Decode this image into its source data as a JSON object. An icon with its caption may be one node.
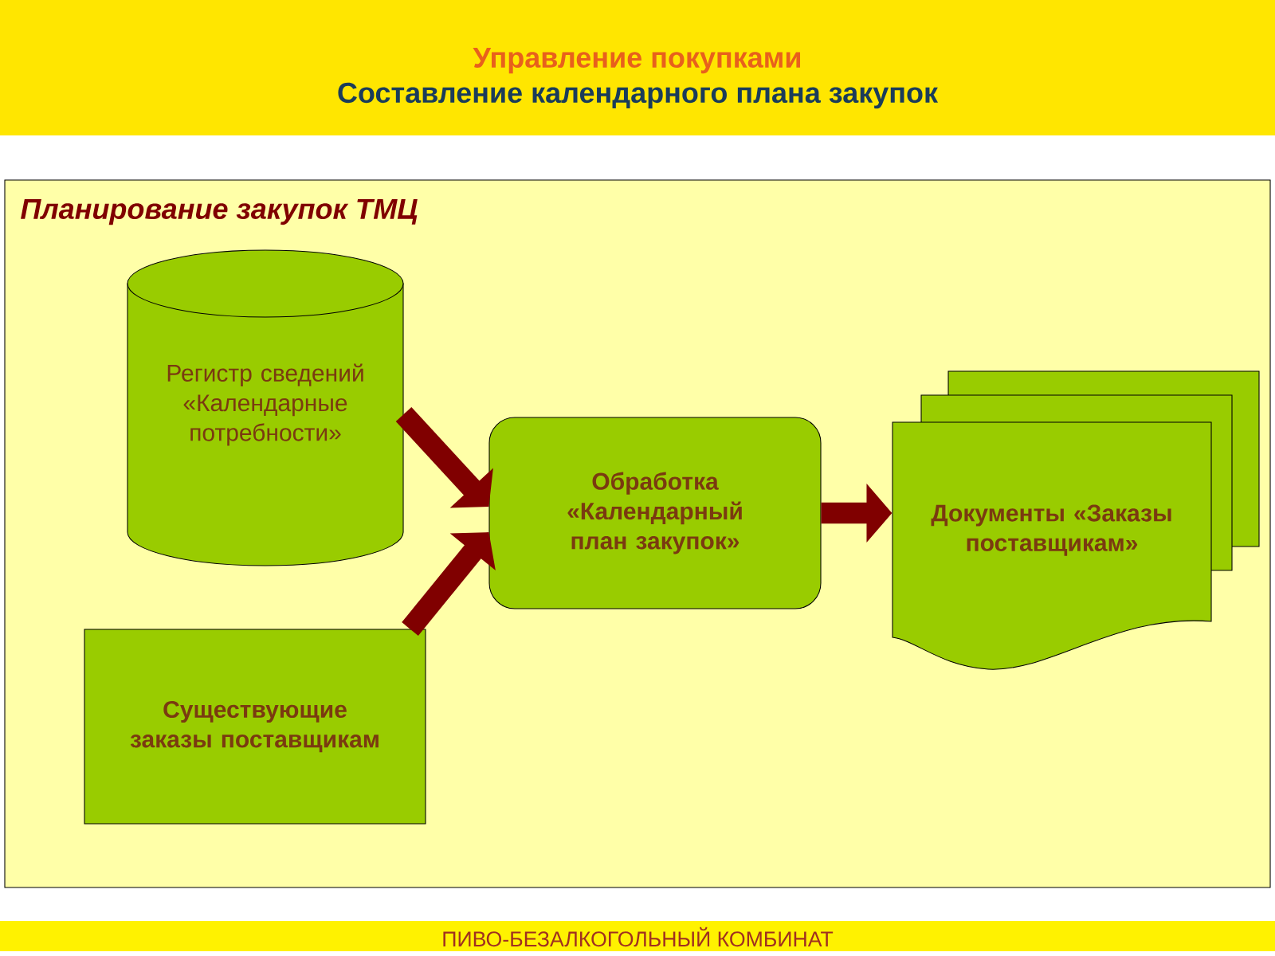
{
  "diagram": {
    "title": "Управление покупками",
    "nodes": [
      {
        "text": [
          "Планирование закупок ТМЦ"
        ]
      },
      {
        "text": [
          "Регистр сведений «Календарные потребности»"
        ],
        "in": 0
      },
      {
        "text": [
          "Обработка «Календарный план закупок»"
        ],
        "in": 0
      },
      {
        "text": [
          "Документы «Заказы поставщикам»"
        ],
        "in": 0
      },
      {
        "text": [
          "Существующие заказы поставщикам"
        ],
        "in": 0
      }
    ],
    "edges": [
      {
        "from": 1,
        "to": 2,
        "arrow": "to"
      },
      {
        "from": 4,
        "to": 2,
        "arrow": "to"
      },
      {
        "from": 2,
        "to": 3,
        "arrow": "to"
      }
    ],
    "labels": [
      "Составление календарного плана закупок",
      "ПИВО-БЕЗАЛКОГОЛЬНЫЙ КОМБИНАТ"
    ]
  }
}
